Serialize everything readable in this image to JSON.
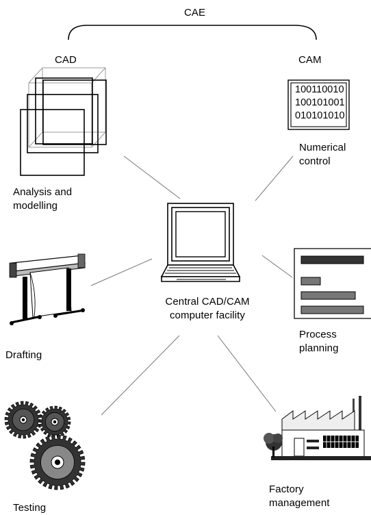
{
  "top_label": "CAE",
  "left_header": "CAD",
  "right_header": "CAM",
  "center_label": [
    "Central CAD/CAM",
    "computer facility"
  ],
  "nodes": {
    "analysis": [
      "Analysis and",
      "modelling"
    ],
    "numerical_control": [
      "Numerical",
      "control"
    ],
    "drafting": [
      "Drafting"
    ],
    "process_planning": [
      "Process",
      "planning"
    ],
    "testing": [
      "Testing"
    ],
    "factory_management": [
      "Factory",
      "management"
    ]
  },
  "binary_code": [
    "100110010",
    "100101001",
    "010101010"
  ],
  "process_bars": [
    0.95,
    0.29,
    0.82,
    0.95
  ],
  "colors": {
    "line": "#555555",
    "bar": "#777777",
    "bar_dark": "#333333",
    "gear_dark": "#333333",
    "gear_mid": "#888888"
  }
}
